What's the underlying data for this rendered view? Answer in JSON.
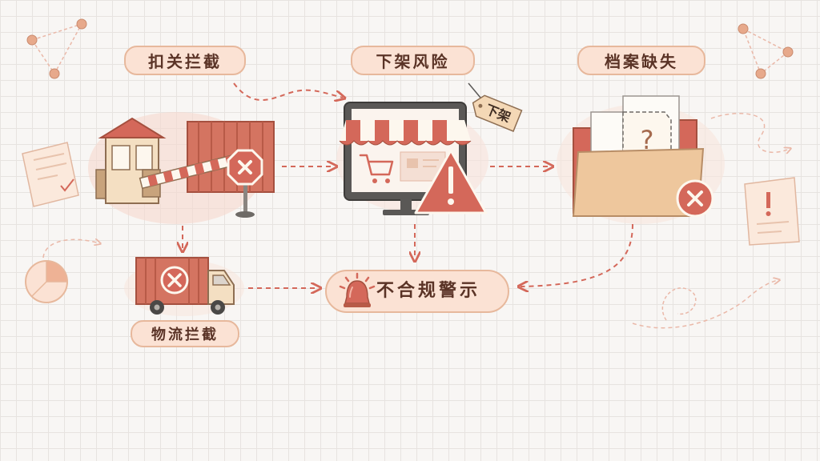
{
  "nodes": {
    "detain": "扣关拦截",
    "delist": "下架风险",
    "archive": "档案缺失",
    "logistics": "物流拦截",
    "warning": "不合规警示"
  },
  "tag": "下架",
  "icons": {
    "customs": "customs-booth-barrier-icon",
    "store": "online-store-monitor-icon",
    "folder": "missing-document-folder-icon",
    "truck": "blocked-truck-icon",
    "alarm": "alarm-bell-icon"
  },
  "colors": {
    "accent": "#d4685a",
    "pill_fill": "#fbe2d4",
    "pill_border": "#e7b89c",
    "text": "#5a3326",
    "arrow": "#d4685a"
  }
}
